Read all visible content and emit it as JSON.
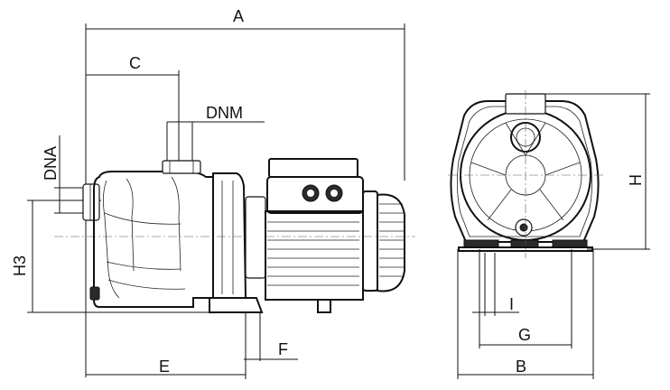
{
  "labels": {
    "A": "A",
    "C": "C",
    "DNM": "DNM",
    "DNA": "DNA",
    "H3": "H3",
    "E": "E",
    "F": "F",
    "H": "H",
    "I": "I",
    "G": "G",
    "B": "B"
  }
}
